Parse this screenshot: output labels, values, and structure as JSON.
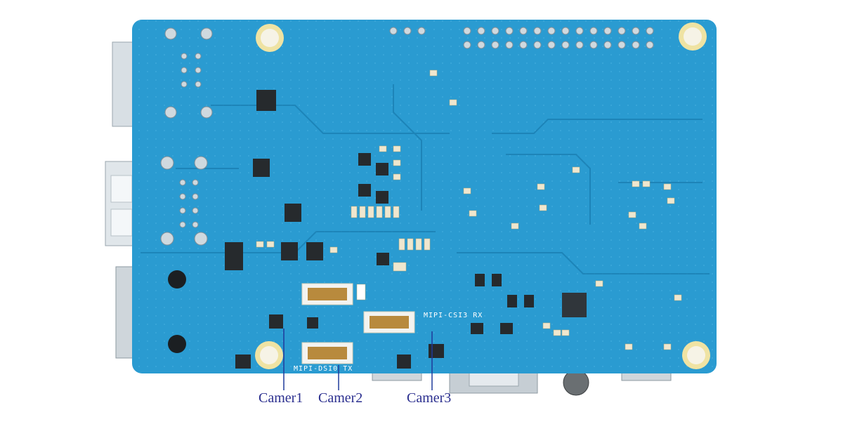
{
  "silkscreen": {
    "mipi_csi3": "MIPI-CSI3 RX",
    "mipi_dsi0": "MIPI-DSI0 TX"
  },
  "callouts": [
    {
      "id": "camera1",
      "label": "Camer1"
    },
    {
      "id": "camera2",
      "label": "Camer2"
    },
    {
      "id": "camera3",
      "label": "Camer3"
    }
  ],
  "colors": {
    "pcb": "#2a9bd1",
    "pcb_dark": "#1a7fb3",
    "mount_hole_ring": "#efe3a3",
    "label_text": "#2b2f8f",
    "leader_line": "#1f3a9b"
  }
}
